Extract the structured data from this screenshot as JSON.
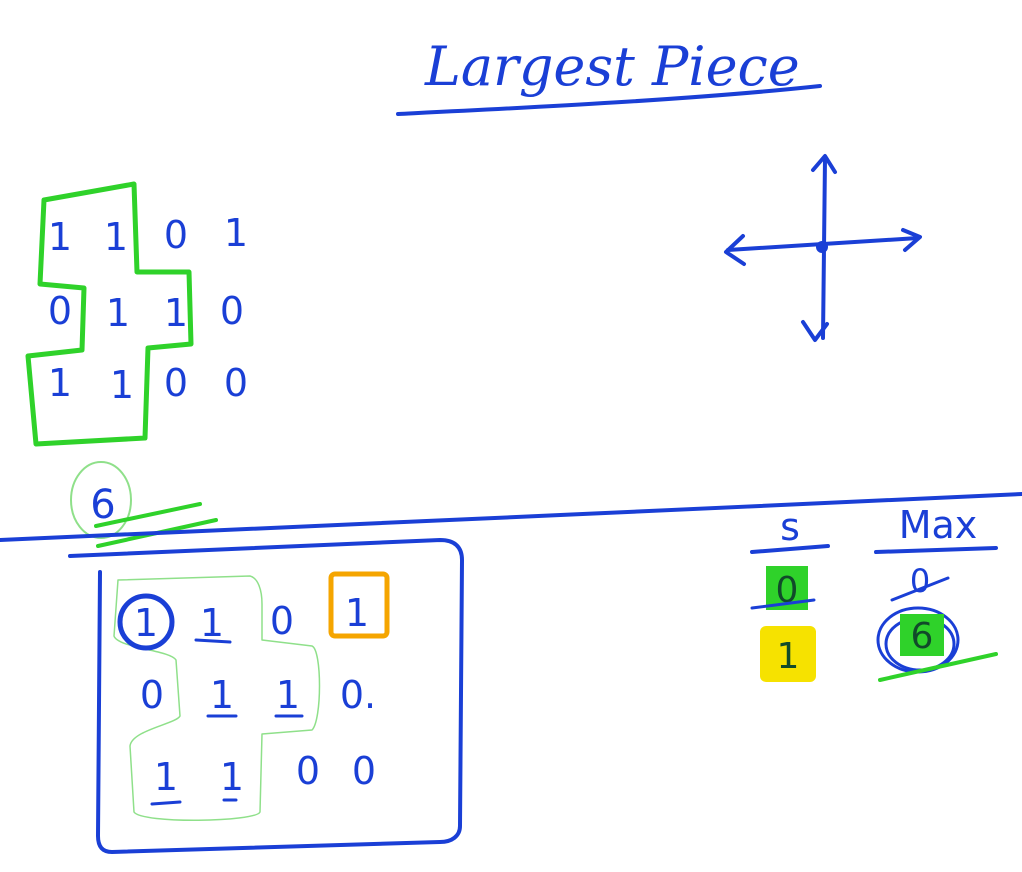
{
  "title": "Largest Piece",
  "colors": {
    "ink": "#1a3fd6",
    "highlight_green": "#2fd22a",
    "highlight_yellow": "#f6e200",
    "highlight_orange": "#f5a500",
    "region_outline": "#8fe08a"
  },
  "top_grid": {
    "rows": [
      [
        "1",
        "1",
        "0",
        "1"
      ],
      [
        "0",
        "1",
        "1",
        "0"
      ],
      [
        "1",
        "1",
        "0",
        "0"
      ]
    ],
    "answer": "6"
  },
  "bottom_grid": {
    "rows": [
      [
        "1",
        "1",
        "0",
        "1"
      ],
      [
        "0",
        "1",
        "1",
        "0."
      ],
      [
        "1",
        "1",
        "0",
        "0"
      ]
    ]
  },
  "tracker": {
    "s_label": "s",
    "max_label": "Max",
    "s_old": "0",
    "s_current": "1",
    "max_old": "0",
    "max_current": "6"
  },
  "icons": {
    "directions": "four-direction-arrows-icon"
  }
}
